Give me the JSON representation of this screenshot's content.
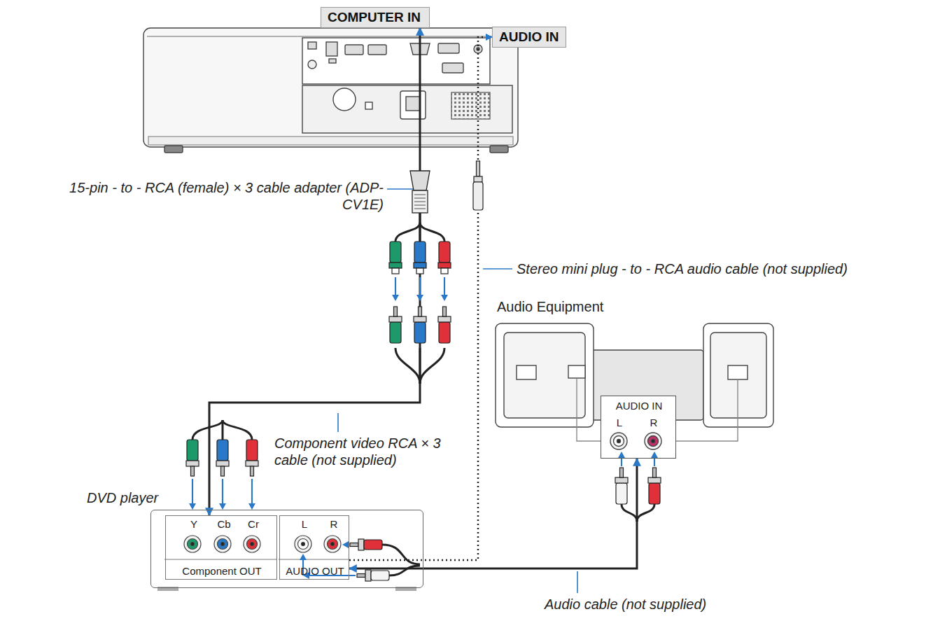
{
  "diagram": {
    "nodes": [
      {
        "text": [
          "COMPUTER IN"
        ]
      },
      {
        "text": [
          "AUDIO IN"
        ]
      },
      {
        "text": [
          "DVD player"
        ]
      },
      {
        "text": [
          "Y",
          "Cb",
          "Cr",
          "Component OUT"
        ],
        "in": 2
      },
      {
        "text": [
          "L",
          "R",
          "AUDIO OUT"
        ],
        "in": 2
      },
      {
        "text": [
          "AUDIO IN",
          "L",
          "R"
        ]
      }
    ],
    "edges": [
      {
        "from": 3,
        "to": 0,
        "arrow": "both"
      },
      {
        "from": 4,
        "to": 1,
        "arrow": "to"
      },
      {
        "from": 4,
        "to": 5,
        "arrow": "both"
      }
    ],
    "labels": [
      "15-pin - to - RCA (female) × 3 cable adapter (ADP-CV1E)",
      "Stereo mini plug - to - RCA audio cable (not supplied)",
      "Audio Equipment",
      "Component video RCA × 3 cable (not supplied)",
      "Audio cable (not supplied)"
    ]
  }
}
